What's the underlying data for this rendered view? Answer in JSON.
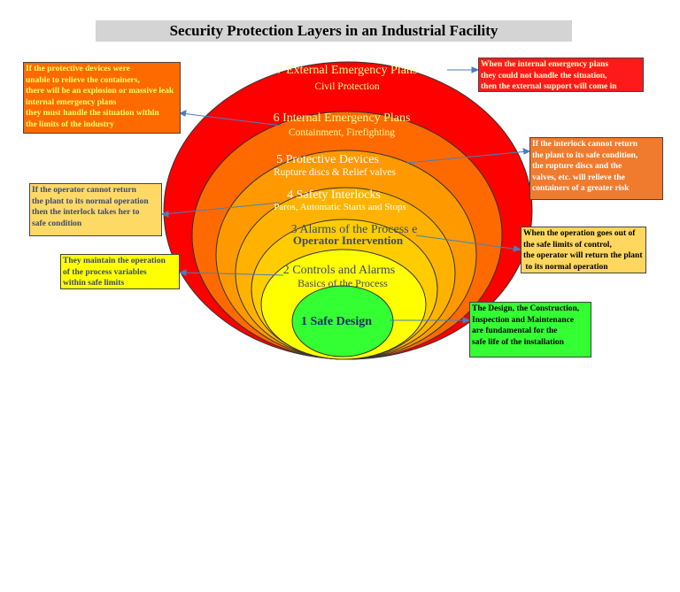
{
  "title": "Security Protection Layers in an Industrial Facility",
  "layers": [
    {
      "name": "7 External Emergency Plans",
      "subtitle": "Civil Protection",
      "color": "#ff0000"
    },
    {
      "name": "6 Internal Emergency Plans",
      "subtitle": "Containment, Firefighting",
      "color": "#ff6a00"
    },
    {
      "name": "5 Protective Devices",
      "subtitle": "Rupture discs & Relief valves",
      "color": "#ff9900"
    },
    {
      "name": "4 Safety Interlocks",
      "subtitle": "Paros, Automatic Starts and Stops",
      "color": "#ffb300"
    },
    {
      "name": "3 Alarms of the Process e",
      "subtitle": "Operator Intervention",
      "color": "#ffcc00"
    },
    {
      "name": "2 Controls and Alarms",
      "subtitle": "Basics of the Process",
      "color": "#ffff00"
    },
    {
      "name": "1 Safe Design",
      "subtitle": "",
      "color": "#33ff33"
    }
  ],
  "callouts": {
    "external": "When the internal emergency plans\nthey could not handle the situation,\nthen the external support will come in",
    "internal": "If the protective devices were\nunable to relieve the containers,\nthere will be an explosion or massive leak\ninternal emergency plans\nthey must handle the situation within\nthe limits of the industry",
    "protective": "If the interlock cannot return\nthe plant to its safe condition,\nthe rupture discs and the\nvalves, etc. will relieve the\ncontainers of a greater risk",
    "interlocks": "If the operator cannot return\nthe plant to its normal operation\nthen the interlock takes her to\nsafe condition",
    "alarms": "When the operation goes out of\nthe safe limits of control,\nthe operator will return the plant\n to its normal operation",
    "controls": "They maintain the operation\nof the process variables\nwithin safe limits",
    "design": "The Design, the Construction,\nInspection and Maintenance\nare fundamental for the\nsafe life of the installation"
  }
}
